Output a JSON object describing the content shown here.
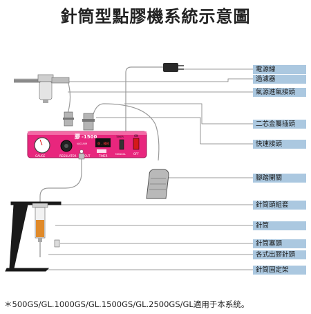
{
  "title": "針筒型點膠機系統示意圖",
  "machine": {
    "brand": "膠",
    "model": "-1500",
    "labels": {
      "gauge": "GAUGE",
      "regulator": "REGULATOR",
      "vacuum": "VACUUM",
      "air_out": "AIR OUT",
      "timer_knob": "TIMER",
      "timer": "TIMER",
      "manual": "MANUAL",
      "on": "ON",
      "off": "OFF",
      "timer_display": "0.00"
    }
  },
  "labels": [
    "電源線",
    "過濾器",
    "氣源進氣接頭",
    "二芯金屬插頭",
    "快速接頭",
    "腳踏開關",
    "針筒頭組套",
    "針筒",
    "針筒塞頭",
    "各式出膠針頭",
    "針筒固定架"
  ],
  "footnote": "＊500GS/GL.1000GS/GL.1500GS/GL.2500GS/GL適用于本系統。",
  "colors": {
    "machine_body": "#e8267d",
    "label_bg": "#abc8e0",
    "syringe_fluid": "#e08a2a",
    "stand": "#1a1a1a"
  }
}
